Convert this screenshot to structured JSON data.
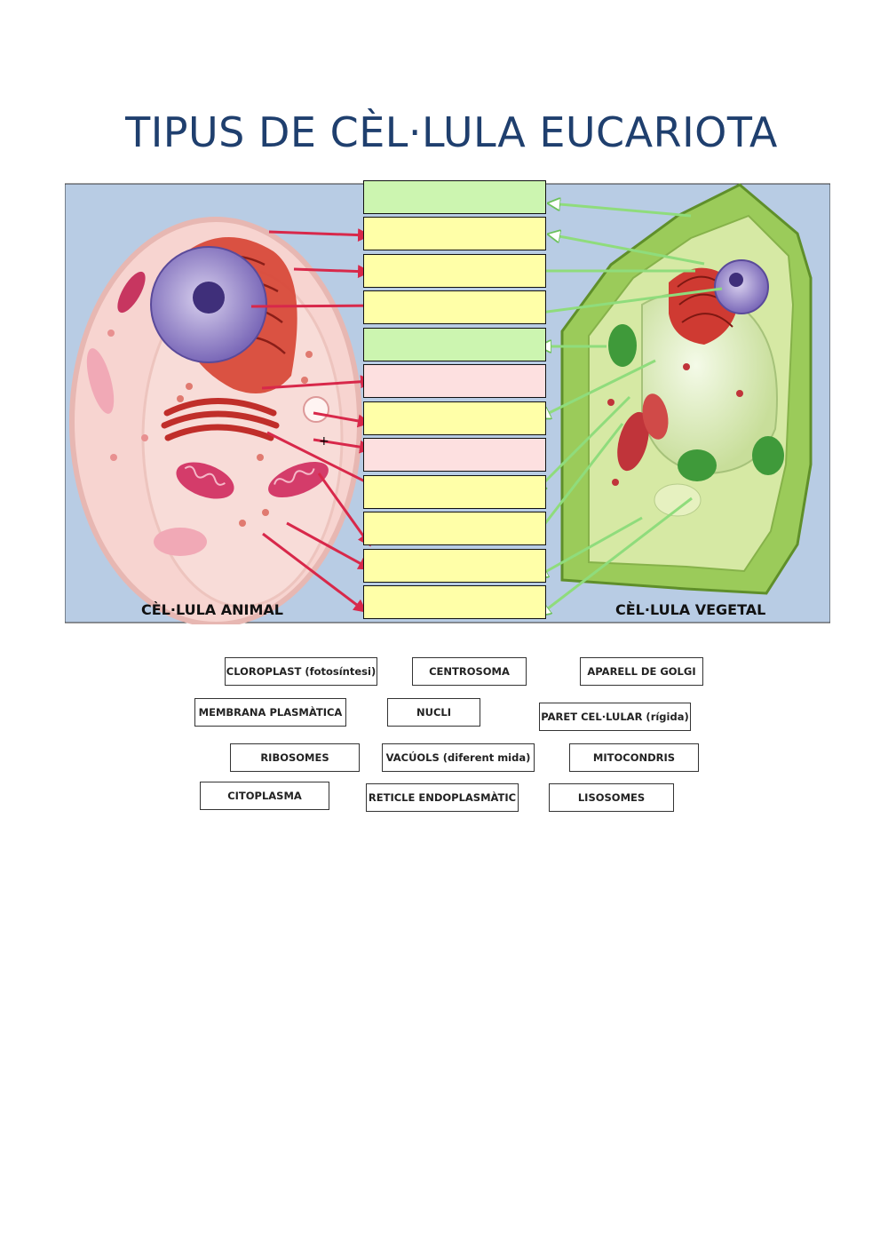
{
  "title": "TIPUS DE CÈL·LULA EUCARIOTA",
  "diagram": {
    "animal_caption": "CÈL·LULA ANIMAL",
    "plant_caption": "CÈL·LULA VEGETAL",
    "slot_colors": [
      "#ccf5b0",
      "#ffffa8",
      "#ffffa8",
      "#ffffa8",
      "#ccf5b0",
      "#fde0e0",
      "#ffffa8",
      "#fde0e0",
      "#ffffa8",
      "#ffffa8",
      "#ffffa8",
      "#ffffa8"
    ],
    "colors": {
      "background": "#b8cce4",
      "animal_arrow": "#d8284a",
      "plant_arrow": "#8fdc7c"
    }
  },
  "labels": [
    "CLOROPLAST (fotosíntesi)",
    "CENTROSOMA",
    "APARELL DE GOLGI",
    "MEMBRANA PLASMÀTICA",
    "NUCLI",
    "PARET CEL·LULAR (rígida)",
    "RIBOSOMES",
    "VACÚOLS (diferent mida)",
    "MITOCONDRIS",
    "CITOPLASMA",
    "RETICLE ENDOPLASMÀTIC",
    "LISOSOMES"
  ]
}
